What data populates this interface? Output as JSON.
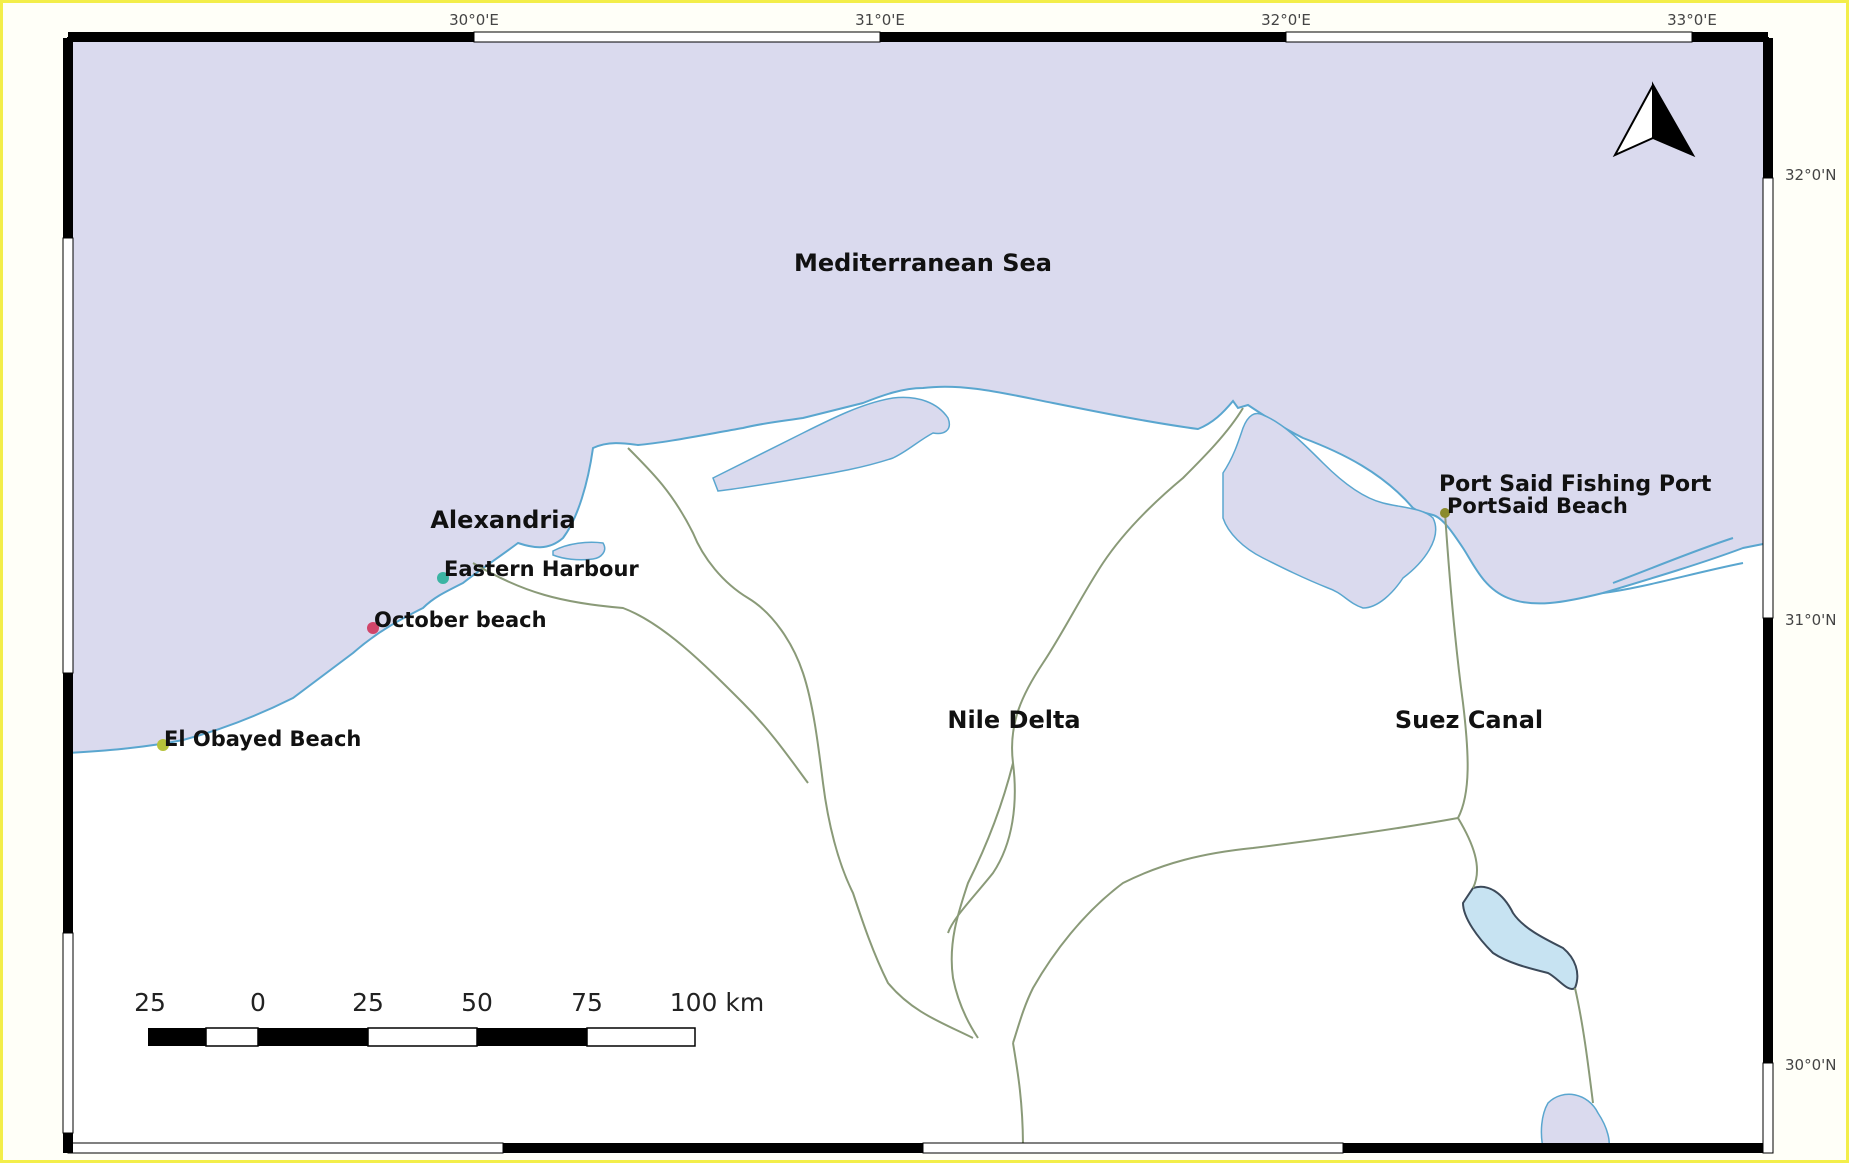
{
  "map": {
    "lon_labels": [
      "30°0'E",
      "31°0'E",
      "32°0'E",
      "33°0'E"
    ],
    "lat_labels": [
      "32°0'N",
      "31°0'N",
      "30°0'N"
    ],
    "places": {
      "mediterranean": "Mediterranean Sea",
      "alexandria": "Alexandria",
      "nile_delta": "Nile Delta",
      "suez_canal": "Suez Canal"
    },
    "sites": [
      {
        "name": "Eastern Harbour",
        "color": "#3bb4a3"
      },
      {
        "name": "October beach",
        "color": "#d1456a"
      },
      {
        "name": "El Obayed Beach",
        "color": "#b6c23a"
      },
      {
        "name": "Port Said Fishing Port",
        "color": "#8a8a2a"
      },
      {
        "name": "PortSaid Beach",
        "color": "#8a8a2a"
      }
    ],
    "scale_bar": {
      "labels": [
        "25",
        "0",
        "25",
        "50",
        "75",
        "100 km"
      ]
    },
    "colors": {
      "sea": "#dadaee",
      "coastline": "#5aa6cf",
      "land": "#ffffff",
      "roads": "#8a9a78",
      "lakes": "#c7e3f2"
    },
    "north_arrow_icon": "north-arrow-icon"
  }
}
